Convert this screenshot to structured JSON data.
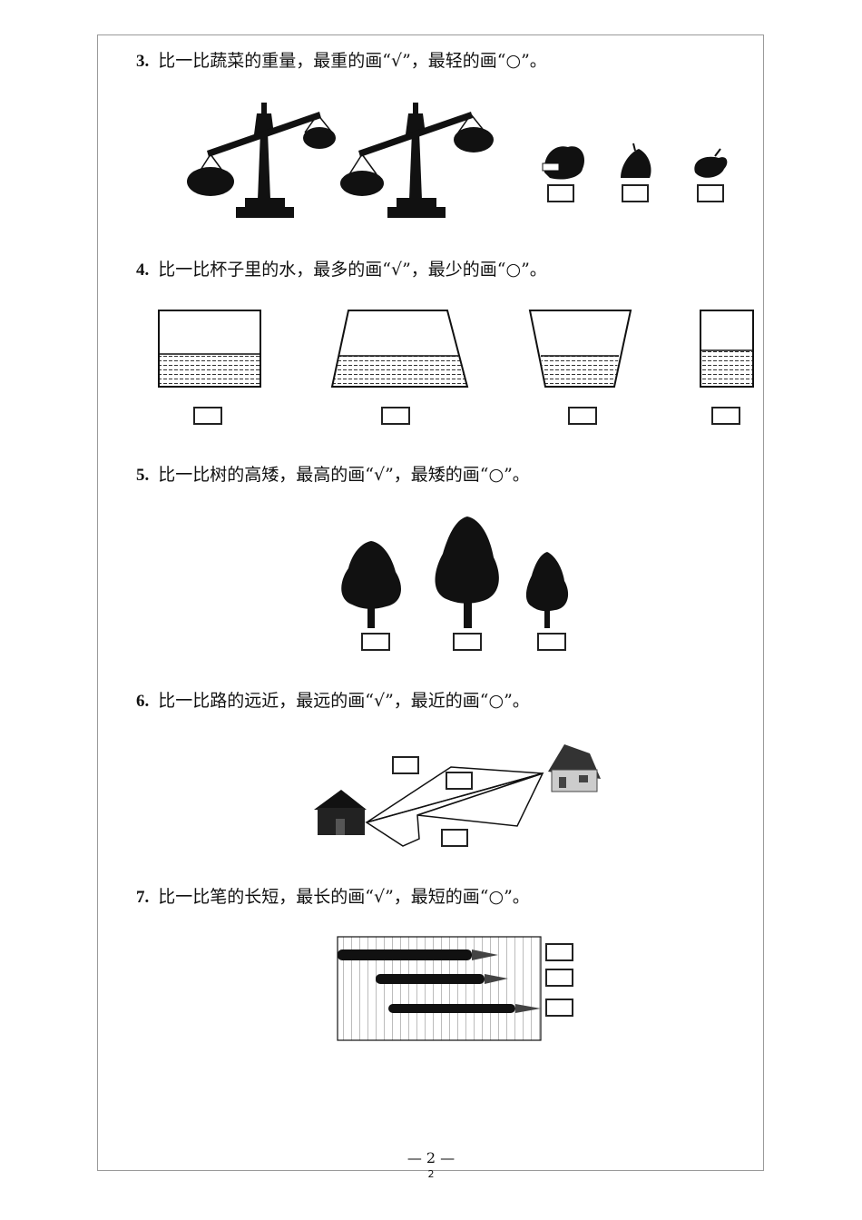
{
  "questions": [
    {
      "num": "3.",
      "text": "比一比蔬菜的重量，最重的画“√”，最轻的画“○”。"
    },
    {
      "num": "4.",
      "text": "比一比杯子里的水，最多的画“√”，最少的画“○”。"
    },
    {
      "num": "5.",
      "text": "比一比树的高矮，最高的画“√”，最矮的画“○”。"
    },
    {
      "num": "6.",
      "text": "比一比路的远近，最远的画“√”，最近的画“○”。"
    },
    {
      "num": "7.",
      "text": "比一比笔的长短，最长的画“√”，最短的画“○”。"
    }
  ],
  "footer": {
    "page_label": "— 2 —",
    "page_number": "2"
  }
}
